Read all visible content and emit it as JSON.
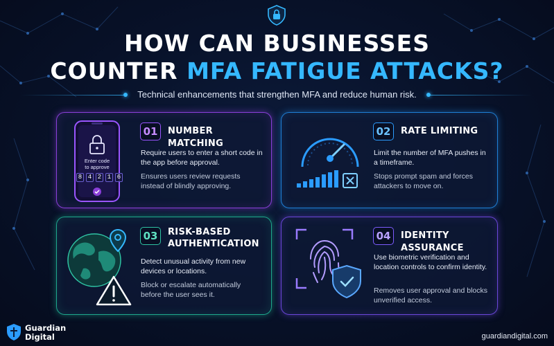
{
  "header": {
    "title_line1": "HOW CAN BUSINESSES",
    "title_line2_plain": "COUNTER ",
    "title_line2_accent": "MFA FATIGUE ATTACKS?",
    "subtitle": "Technical enhancements that strengthen MFA and reduce human risk.",
    "icon": "lock-shield-icon"
  },
  "colors": {
    "accent": "#35b8ff",
    "card1": "#8a3fd8",
    "card2": "#1f7fd6",
    "card3": "#1ea78c",
    "card4": "#6a46d8",
    "background": "#08122a"
  },
  "cards": [
    {
      "number": "01",
      "title": "NUMBER MATCHING",
      "body1": "Require users to enter a short code in the app before approval.",
      "body2": "Ensures users review requests instead of blindly approving.",
      "illustration": {
        "icon": "smartphone-lock-icon",
        "prompt_line1": "Enter code",
        "prompt_line2": "to approve",
        "digits": [
          "8",
          "4",
          "2",
          "1",
          "6"
        ]
      }
    },
    {
      "number": "02",
      "title": "RATE LIMITING",
      "body1": "Limit the number of MFA pushes in a timeframe.",
      "body2": "Stops prompt spam and forces attackers to move on.",
      "illustration": {
        "icon": "speedometer-bars-icon"
      }
    },
    {
      "number": "03",
      "title_line1": "RISK-BASED",
      "title_line2": "AUTHENTICATION",
      "body1": "Detect unusual activity from new devices or locations.",
      "body2": "Block or escalate automatically before the user sees it.",
      "illustration": {
        "icon": "globe-warning-icon"
      }
    },
    {
      "number": "04",
      "title": "IDENTITY ASSURANCE",
      "body1": "Use biometric verification and location controls to confirm identity.",
      "body2": "Removes user approval and blocks unverified access.",
      "illustration": {
        "icon": "fingerprint-shield-icon"
      }
    }
  ],
  "footer": {
    "logo_line1": "Guardian",
    "logo_line2": "Digital",
    "url": "guardiandigital.com"
  }
}
